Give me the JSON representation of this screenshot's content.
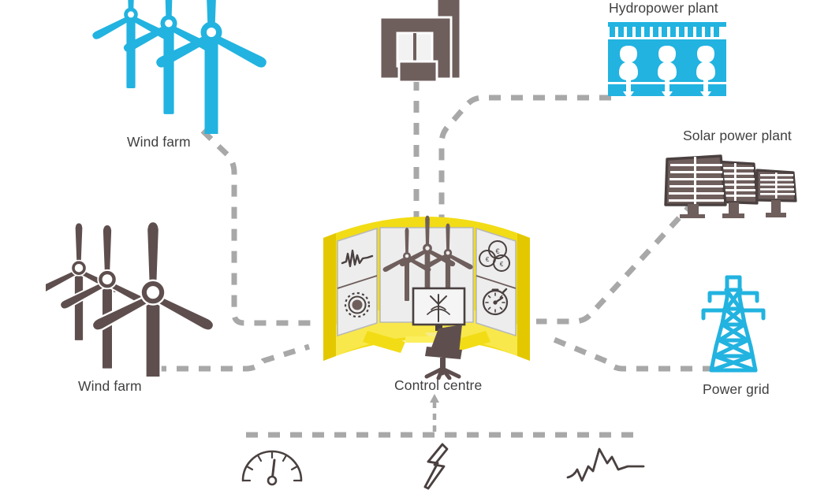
{
  "diagram": {
    "title": "Control centre energy network diagram",
    "background": "#ffffff",
    "colors": {
      "cyan": "#22B3E0",
      "cyan_dark": "#119FD0",
      "brown": "#5E4F4E",
      "brown_light": "#6E5E5C",
      "yellow": "#F2DC15",
      "yellow_dark": "#E3C800",
      "yellow_light": "#FBEF5E",
      "screen": "#EDEDED",
      "screen_line": "#BDBDBD",
      "dash": "#A8A8A8",
      "label_text": "#3f3f41",
      "outline": "#4A4040"
    }
  },
  "nodes": [
    {
      "id": "wind-farm-top",
      "label": "Wind farm",
      "icon": "wind-turbines-icon",
      "color": "cyan",
      "turbines": 3
    },
    {
      "id": "wind-farm-bottom",
      "label": "Wind farm",
      "icon": "wind-turbines-icon",
      "color": "brown",
      "turbines": 3
    },
    {
      "id": "power-plant",
      "label": "",
      "icon": "factory-icon",
      "color": "brown"
    },
    {
      "id": "hydropower-plant",
      "label": "Hydropower plant",
      "icon": "dam-icon",
      "color": "cyan",
      "turbines": 3
    },
    {
      "id": "solar-power-plant",
      "label": "Solar power plant",
      "icon": "solar-panels-icon",
      "color": "brown",
      "panels": 3
    },
    {
      "id": "power-grid",
      "label": "Power grid",
      "icon": "transmission-tower-icon",
      "color": "cyan"
    },
    {
      "id": "control-centre",
      "label": "Control centre",
      "icon": "control-room-icon",
      "color": "yellow"
    }
  ],
  "control_centre": {
    "label": "Control centre",
    "screens": [
      {
        "id": "screen-waveform",
        "icon": "waveform-signal-icon",
        "position": "left-top"
      },
      {
        "id": "screen-sun",
        "icon": "sun-gear-icon",
        "position": "left-bottom"
      },
      {
        "id": "screen-wind",
        "icon": "wind-turbines-icon",
        "position": "centre"
      },
      {
        "id": "screen-coins",
        "icon": "euro-coins-icon",
        "position": "right-top"
      },
      {
        "id": "screen-gauge",
        "icon": "stopwatch-icon",
        "position": "right-bottom"
      }
    ],
    "desk": {
      "monitor": {
        "id": "operator-monitor",
        "icon": "turbine-signal-icon"
      },
      "chair": {
        "id": "operator-chair",
        "icon": "office-chair-icon"
      }
    }
  },
  "connections": [
    {
      "from": "wind-farm-top",
      "to": "control-centre",
      "style": "dashed"
    },
    {
      "from": "wind-farm-bottom",
      "to": "control-centre",
      "style": "dashed"
    },
    {
      "from": "power-plant",
      "to": "control-centre",
      "style": "dashed"
    },
    {
      "from": "hydropower-plant",
      "to": "control-centre",
      "style": "dashed"
    },
    {
      "from": "solar-power-plant",
      "to": "control-centre",
      "style": "dashed"
    },
    {
      "from": "power-grid",
      "to": "control-centre",
      "style": "dashed"
    },
    {
      "from": "data-bus",
      "to": "control-centre",
      "style": "dashed-arrow"
    }
  ],
  "bottom_bus": {
    "id": "data-bus",
    "style": "dashed-horizontal",
    "icons": [
      {
        "id": "bus-icon-gauge",
        "icon": "speedometer-icon"
      },
      {
        "id": "bus-icon-lightning",
        "icon": "lightning-bolt-icon"
      },
      {
        "id": "bus-icon-chart",
        "icon": "line-chart-icon"
      }
    ]
  },
  "labels": {
    "wind_farm_top": "Wind farm",
    "wind_farm_bottom": "Wind farm",
    "hydropower_plant": "Hydropower plant",
    "solar_power_plant": "Solar power plant",
    "power_grid": "Power grid",
    "control_centre": "Control centre"
  }
}
